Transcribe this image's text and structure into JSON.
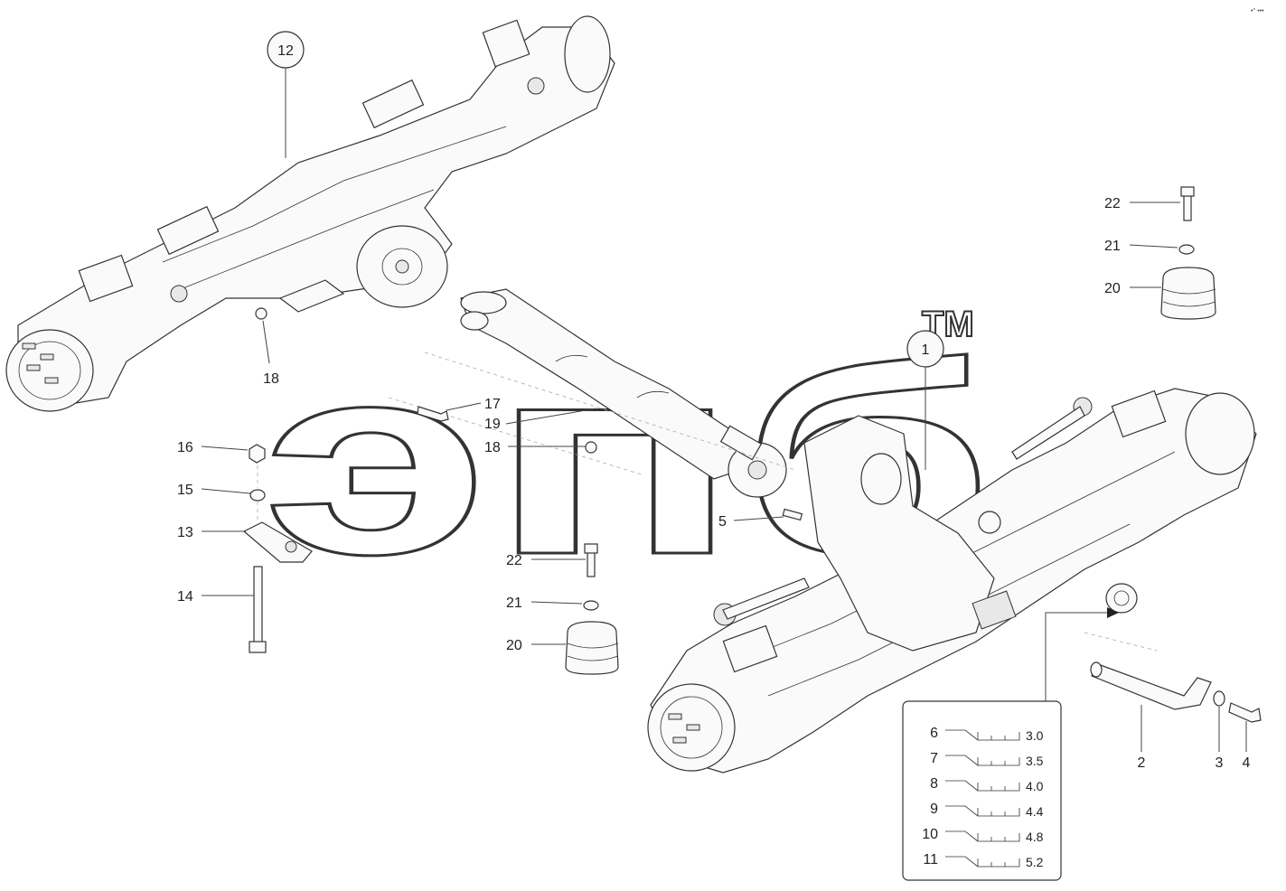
{
  "watermark": {
    "text": "эпб",
    "trademark": "TM"
  },
  "corner_mark": "•°  •••",
  "callouts": {
    "c1": "1",
    "c2": "2",
    "c3": "3",
    "c4": "4",
    "c5": "5",
    "c12": "12",
    "c13": "13",
    "c14": "14",
    "c15": "15",
    "c16": "16",
    "c17": "17",
    "c18a": "18",
    "c18b": "18",
    "c19": "19",
    "c20a": "20",
    "c20b": "20",
    "c21a": "21",
    "c21b": "21",
    "c22a": "22",
    "c22b": "22"
  },
  "shim_table": {
    "rows": [
      {
        "item": "6",
        "thickness": "3.0"
      },
      {
        "item": "7",
        "thickness": "3.5"
      },
      {
        "item": "8",
        "thickness": "4.0"
      },
      {
        "item": "9",
        "thickness": "4.4"
      },
      {
        "item": "10",
        "thickness": "4.8"
      },
      {
        "item": "11",
        "thickness": "5.2"
      }
    ]
  }
}
